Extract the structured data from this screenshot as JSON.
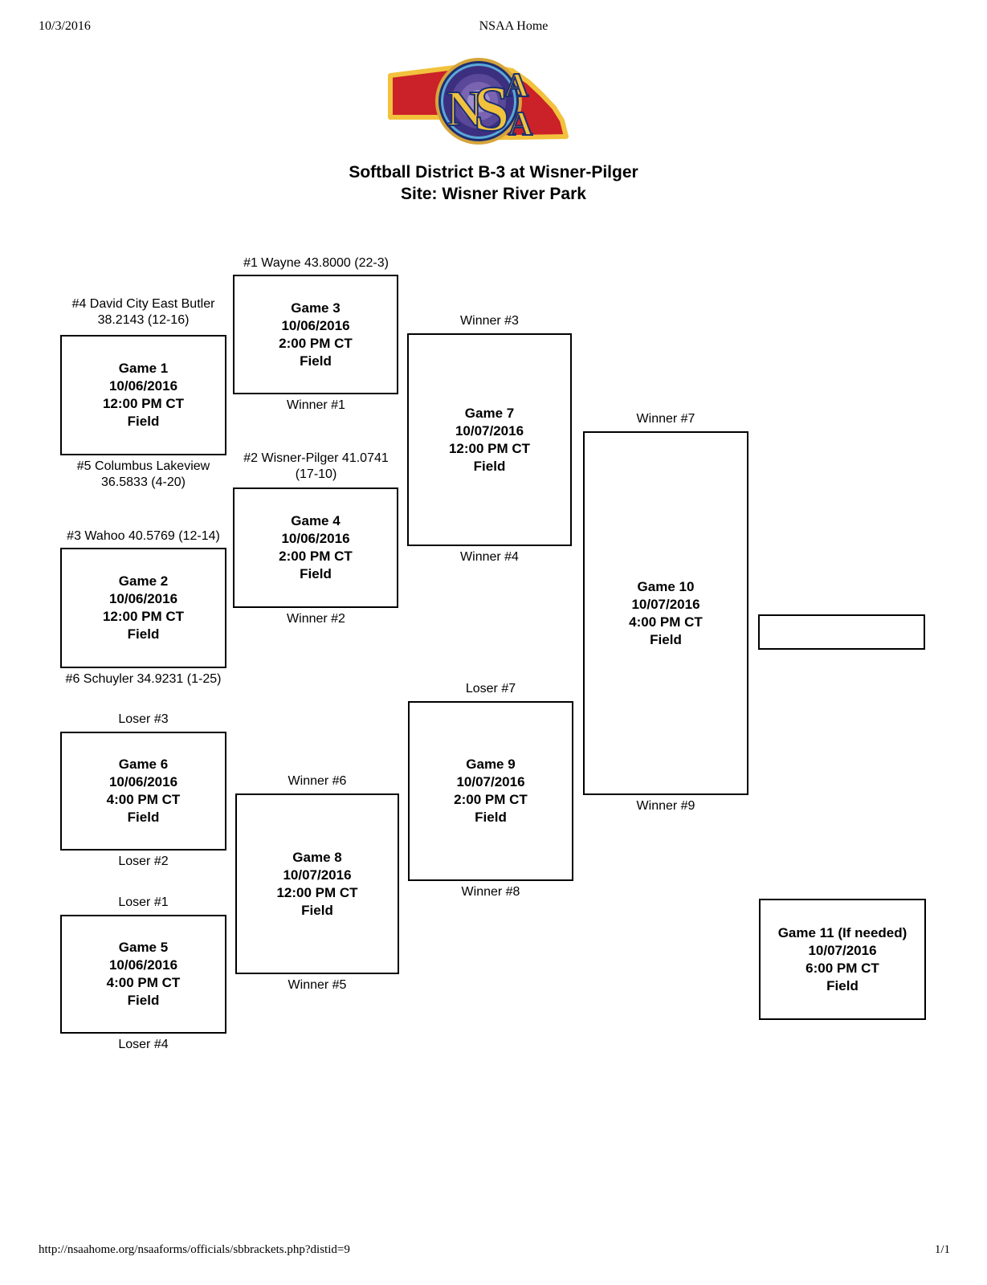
{
  "page": {
    "date": "10/3/2016",
    "site_title": "NSAA Home",
    "footer_url": "http://nsaahome.org/nsaaforms/officials/sbbrackets.php?distid=9",
    "page_indicator": "1/1"
  },
  "title": {
    "line1": "Softball District B-3 at Wisner-Pilger",
    "line2": "Site: Wisner River Park"
  },
  "logo": {
    "letter_n": "N",
    "letter_s": "S",
    "letter_a1": "A",
    "letter_a2": "A",
    "state_fill": "#cb2128",
    "state_outline": "#f2c23d",
    "ring_gold": "#d6a53a",
    "ring_navy": "#1c2f73",
    "ring_lightblue": "#5ba8d6",
    "letter_gold": "#f2c23d"
  },
  "bracket": {
    "games": [
      {
        "name": "Game 1",
        "label_top": [
          "#4 David City East Butler",
          "38.2143 (12-16)"
        ],
        "lines": [
          "Game 1",
          "10/06/2016",
          "12:00 PM CT",
          "Field"
        ],
        "label_bottom": [
          "#5 Columbus Lakeview",
          "36.5833 (4-20)"
        ]
      },
      {
        "name": "Game 2",
        "label_top": [
          "#3 Wahoo 40.5769 (12-14)"
        ],
        "lines": [
          "Game 2",
          "10/06/2016",
          "12:00 PM CT",
          "Field"
        ],
        "label_bottom": [
          "#6 Schuyler 34.9231 (1-25)"
        ]
      },
      {
        "name": "Game 3",
        "label_top": [
          "#1 Wayne 43.8000 (22-3)"
        ],
        "lines": [
          "Game 3",
          "10/06/2016",
          "2:00 PM CT",
          "Field"
        ],
        "label_bottom": [
          "Winner #1"
        ]
      },
      {
        "name": "Game 4",
        "label_top": [
          "#2 Wisner-Pilger 41.0741",
          "(17-10)"
        ],
        "lines": [
          "Game 4",
          "10/06/2016",
          "2:00 PM CT",
          "Field"
        ],
        "label_bottom": [
          "Winner #2"
        ]
      },
      {
        "name": "Game 5",
        "label_top": [
          "Loser #1"
        ],
        "lines": [
          "Game 5",
          "10/06/2016",
          "4:00 PM CT",
          "Field"
        ],
        "label_bottom": [
          "Loser #4"
        ]
      },
      {
        "name": "Game 6",
        "label_top": [
          "Loser #3"
        ],
        "lines": [
          "Game 6",
          "10/06/2016",
          "4:00 PM CT",
          "Field"
        ],
        "label_bottom": [
          "Loser #2"
        ]
      },
      {
        "name": "Game 7",
        "label_top": [
          "Winner #3"
        ],
        "lines": [
          "Game 7",
          "10/07/2016",
          "12:00 PM CT",
          "Field"
        ],
        "label_bottom": [
          "Winner #4"
        ]
      },
      {
        "name": "Game 8",
        "label_top": [
          "Winner #6"
        ],
        "lines": [
          "Game 8",
          "10/07/2016",
          "12:00 PM CT",
          "Field"
        ],
        "label_bottom": [
          "Winner #5"
        ]
      },
      {
        "name": "Game 9",
        "label_top": [
          "Loser #7"
        ],
        "lines": [
          "Game 9",
          "10/07/2016",
          "2:00 PM CT",
          "Field"
        ],
        "label_bottom": [
          "Winner #8"
        ]
      },
      {
        "name": "Game 10",
        "label_top": [
          "Winner #7"
        ],
        "lines": [
          "Game 10",
          "10/07/2016",
          "4:00 PM CT",
          "Field"
        ],
        "label_bottom": [
          "Winner #9"
        ]
      },
      {
        "name": "Game 11",
        "label_top": [],
        "lines": [
          "Game 11 (If needed)",
          "10/07/2016",
          "6:00 PM CT",
          "Field"
        ],
        "label_bottom": []
      }
    ]
  }
}
